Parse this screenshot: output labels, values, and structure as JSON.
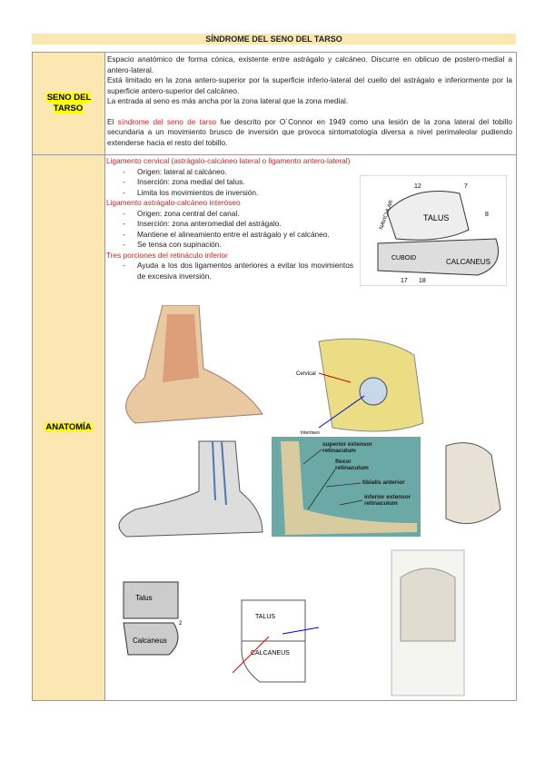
{
  "title": "SÍNDROME DEL SENO DEL TARSO",
  "rows": [
    {
      "label": "SENO DEL TARSO",
      "paragraphs": [
        "Espacio anatómico de forma cónica, existente entre astrágalo y calcáneo. Discurre en oblicuo de postero-medial a antero-lateral.",
        "Está limitado en la zona antero-superior por la superficie inferio-lateral del cuello del astrágalo e inferiormente por la superficie antero-superior del calcáneo.",
        "La entrada al seno es más ancha por la zona lateral que la zona medial."
      ],
      "syndrome": {
        "pre": "El ",
        "highlight": "síndrome del seno de tarso",
        "post": " fue descrito por O´Connor en 1949 como una lesión de la zona lateral del tobillo secundaria a un movimiento brusco de inversión que provoca sintomatología diversa a nivel perimaleolar pudiendo extenderse hacia el resto del tobillo."
      }
    },
    {
      "label": "ANATOMÍA",
      "sections": [
        {
          "heading": "Ligamento cervical (astrágalo-calcáneo lateral o ligamento antero-lateral)",
          "items": [
            "Origen: lateral al calcáneo.",
            "Inserción: zona medial del talus.",
            "Limita los movimientos de inversión."
          ]
        },
        {
          "heading": "Ligamento astrágalo-calcáneo interóseo",
          "items": [
            "Origen: zona central del canal.",
            "Inserción: zona anteromedial del astrágalo.",
            "Mantiene el alineamiento entre el astrágalo y el calcáneo.",
            "Se tensa con supinación."
          ]
        },
        {
          "heading": "Tres porciones del retináculo inferior",
          "items": [
            "Ayuda a los dos ligamentos anteriores a evitar los movimientos de excesiva inversión."
          ]
        }
      ],
      "figures": {
        "sketch1": {
          "talus": "TALUS",
          "calcaneus": "CALCANEUS",
          "navicular": "NAVICULAR",
          "cuboid": "CUBOID",
          "n12": "12",
          "n7": "7",
          "n8": "8",
          "n17": "17",
          "n18": "18"
        },
        "bones": {
          "cervical": "Cervical",
          "interoseo": "Interóseo"
        },
        "retinaculum": {
          "sup": "superior extensor retinaculum",
          "flexor": "flexor retinaculum",
          "tib": "tibialis anterior",
          "inf": "inferior extensor retinaculum"
        },
        "sketch2": {
          "talus": "Talus",
          "calcaneus": "Calcaneus",
          "n2": "2"
        },
        "sketch3": {
          "talus": "TALUS",
          "calcaneus": "CALCANEUS"
        }
      }
    }
  ]
}
